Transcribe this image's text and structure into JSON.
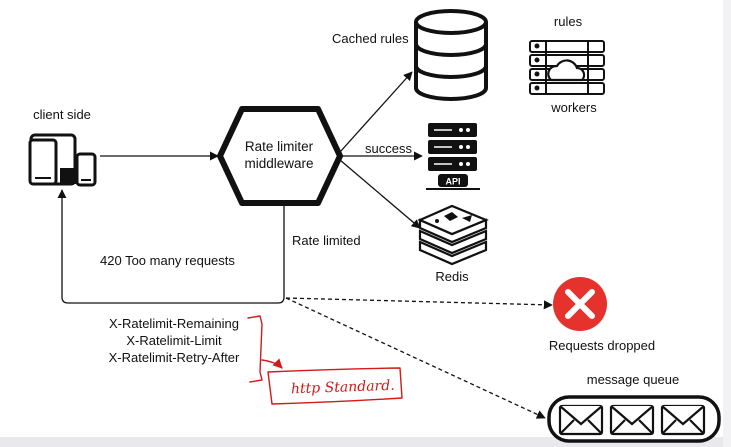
{
  "labels": {
    "client_side": "client side",
    "middleware_line1": "Rate limiter",
    "middleware_line2": "middleware",
    "cached_rules": "Cached rules",
    "rules": "rules",
    "workers": "workers",
    "success": "success",
    "api": "API",
    "redis": "Redis",
    "rate_limited": "Rate limited",
    "too_many_requests": "420 Too many requests",
    "requests_dropped": "Requests dropped",
    "message_queue": "message queue",
    "headers": [
      "X-Ratelimit-Remaining",
      "X-Ratelimit-Limit",
      "X-Ratelimit-Retry-After"
    ],
    "handwritten_note": "http Standard."
  },
  "icons": {
    "client": "devices-icon",
    "middleware": "hexagon-icon",
    "cache": "database-icon",
    "workers": "server-rack-cloud-icon",
    "api": "api-server-icon",
    "redis": "redis-icon",
    "dropped": "red-x-circle-icon",
    "queue": "envelope-queue-icon"
  },
  "colors": {
    "ink": "#111111",
    "drop_red": "#e5322d",
    "annotation_red": "#d11a1a"
  }
}
